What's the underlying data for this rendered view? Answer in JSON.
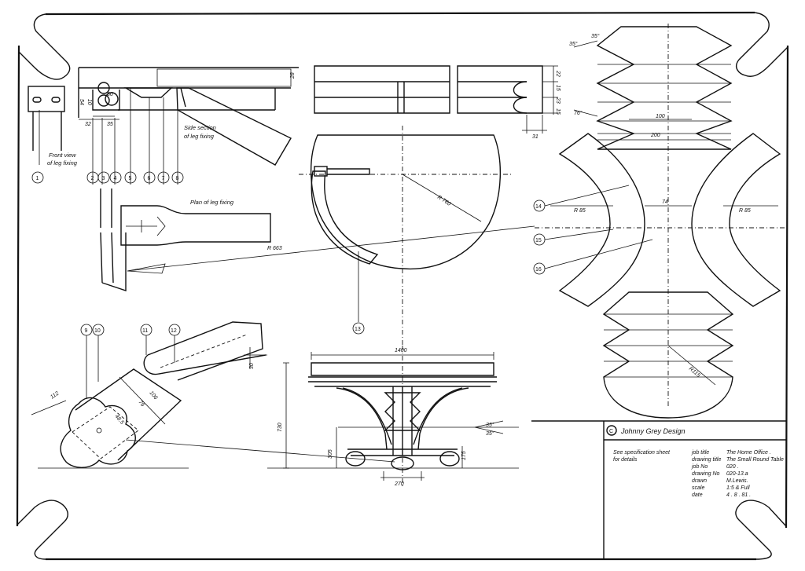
{
  "title_block": {
    "copyright_symbol": "C",
    "company": "Johnny Grey Design",
    "note_line1": "See specification  sheet",
    "note_line2": "for details",
    "fields": [
      {
        "label": "job title",
        "value": "The  Home Office ."
      },
      {
        "label": "drawing title",
        "value": "The Small Round Table"
      },
      {
        "label": "job No",
        "value": "020 ."
      },
      {
        "label": "drawing No",
        "value": "020-13.a"
      },
      {
        "label": "drawn",
        "value": "M.Lewis."
      },
      {
        "label": "scale",
        "value": "1:5  &  Full"
      },
      {
        "label": "date",
        "value": "4 . 8 . 81 ."
      }
    ]
  },
  "captions": {
    "front_view_1": "Front view",
    "front_view_2": "of leg fixing",
    "side_section_1": "Side section",
    "side_section_2": "of leg fixing",
    "plan_leg_fixing": "Plan  of  leg fixing"
  },
  "bubbles": [
    "1",
    "2",
    "3",
    "4",
    "5",
    "6",
    "7",
    "8",
    "9",
    "10",
    "11",
    "12",
    "13",
    "14",
    "15",
    "16"
  ],
  "dimensions": {
    "d28": "28",
    "d32": "32",
    "d35": "35",
    "d54": "54",
    "d10": "10",
    "d30": "30",
    "d22": "22",
    "d15a": "15",
    "d23": "23",
    "d15b": "15",
    "d31": "31",
    "r760": "R 760",
    "r663": "R 663",
    "ang35a": "35°",
    "ang35b": "35°",
    "ang76": "76°",
    "d100": "100",
    "d200": "200",
    "r85a": "R 85",
    "r85b": "R 85",
    "d74": "74",
    "r115": "R115",
    "d1400": "1400",
    "d730": "730",
    "d305": "305",
    "d175": "175",
    "d270": "270",
    "ang35c": "35°",
    "ang35d": "35°",
    "d112": "112",
    "d106": "106",
    "d76": "76",
    "d48": "48.5",
    "d30b": "30"
  }
}
